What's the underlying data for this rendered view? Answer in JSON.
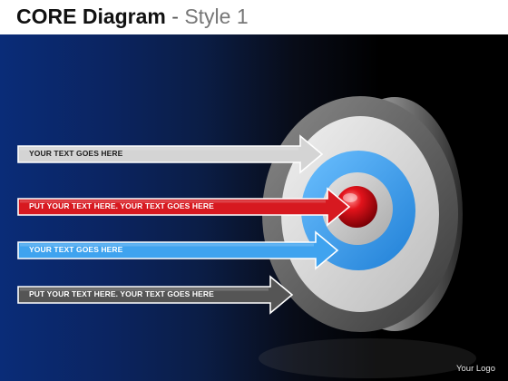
{
  "header": {
    "title_main": "CORE Diagram",
    "title_separator": "-",
    "title_style": "Style 1"
  },
  "arrows": [
    {
      "label": "YOUR TEXT GOES HERE",
      "color": "#d4d4d4",
      "text_color": "#1e1e1e"
    },
    {
      "label": "PUT YOUR TEXT HERE. YOUR TEXT GOES HERE",
      "color": "#d71920",
      "text_color": "#ffffff"
    },
    {
      "label": "YOUR TEXT GOES HERE",
      "color": "#3fa3ef",
      "text_color": "#ffffff"
    },
    {
      "label": "PUT YOUR TEXT HERE. YOUR TEXT GOES HERE",
      "color": "#555555",
      "text_color": "#ffffff"
    }
  ],
  "target": {
    "ring_colors": [
      "#6b6b6b",
      "#d9d9d9",
      "#3aa0ee",
      "#c8c8c8"
    ],
    "core_color": "#e3131b"
  },
  "footer": {
    "logo": "Your Logo"
  }
}
